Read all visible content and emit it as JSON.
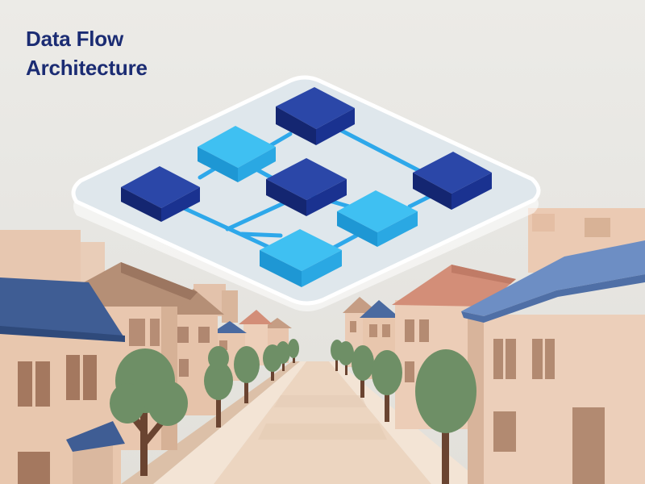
{
  "title": {
    "line1": "Data Flow",
    "line2": "Architecture"
  },
  "colors": {
    "title": "#1b2c73",
    "node_dark": "#1a3290",
    "node_light": "#32b3ea",
    "connector": "#2ea8ea",
    "platform": "#dfe7ec",
    "sky": "#ecebe7",
    "street": "#ecd5c0",
    "house_wall": "#e8c6ad",
    "roof_blue": "#3f5d94",
    "roof_brown": "#b58f76",
    "roof_salmon": "#d38e78",
    "tree_foliage": "#6e8f66",
    "tree_trunk": "#6a4431"
  },
  "diagram": {
    "nodes": [
      {
        "id": "n1",
        "tone": "dark"
      },
      {
        "id": "n2",
        "tone": "light"
      },
      {
        "id": "n3",
        "tone": "dark"
      },
      {
        "id": "n4",
        "tone": "dark"
      },
      {
        "id": "n5",
        "tone": "dark"
      },
      {
        "id": "n6",
        "tone": "light"
      },
      {
        "id": "n7",
        "tone": "light"
      }
    ],
    "links": [
      {
        "from": "n2",
        "to": "n1"
      },
      {
        "from": "n2",
        "to": "n3"
      },
      {
        "from": "n2",
        "to": "n4"
      },
      {
        "from": "n3",
        "to": "n5"
      },
      {
        "from": "n4",
        "to": "n6"
      },
      {
        "from": "n6",
        "to": "n5"
      },
      {
        "from": "n1",
        "to": "n7"
      },
      {
        "from": "n6",
        "to": "n7"
      }
    ]
  }
}
